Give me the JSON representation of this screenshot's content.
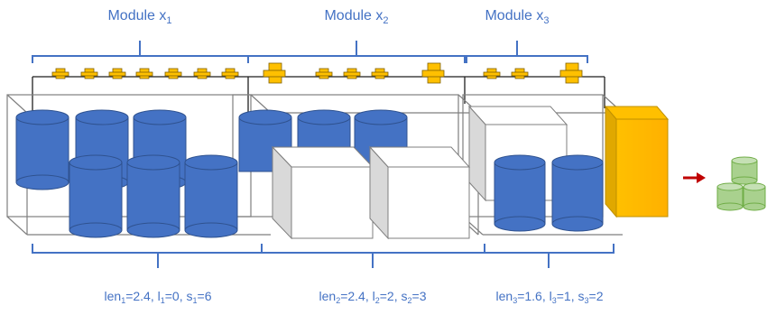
{
  "modules": [
    {
      "id": "x1",
      "title": "Module x",
      "sub": "1",
      "params": [
        "len",
        "1",
        "=2.4, l",
        "1",
        "=0, s",
        "1",
        "=6"
      ]
    },
    {
      "id": "x2",
      "title": "Module x",
      "sub": "2",
      "params": [
        "len",
        "2",
        "=2.4, l",
        "2",
        "=2, s",
        "2",
        "=3"
      ]
    },
    {
      "id": "x3",
      "title": "Module x",
      "sub": "3",
      "params": [
        "len",
        "3",
        "=1.6, l",
        "3",
        "=1, s",
        "3",
        "=2"
      ]
    }
  ],
  "colors": {
    "accent": "#4472c4",
    "cylinder": "#4472c4",
    "cylinder_edge": "#2f528f",
    "box_face": "#ffffff",
    "box_side": "#d9d9d9",
    "gold": "#ffc000",
    "gold_dark": "#bf9000",
    "arrow": "#c00000",
    "output": "#a9d18e",
    "output_edge": "#70ad47"
  },
  "icons": [
    "connector-icon",
    "cylinder-icon",
    "cube-icon",
    "arrow-icon",
    "output-stack-icon"
  ]
}
